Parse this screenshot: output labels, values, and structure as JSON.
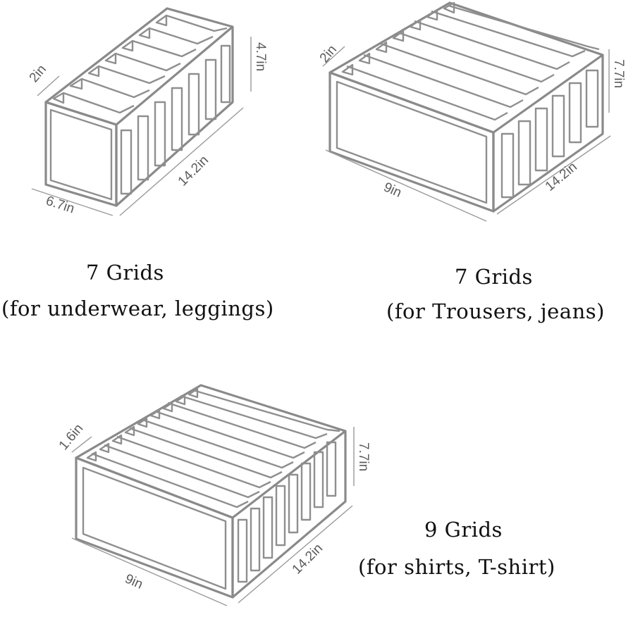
{
  "organizers": [
    {
      "id": "small",
      "caption_title": "7 Grids",
      "caption_use": "(for underwear, leggings)",
      "dims": {
        "depth": "2in",
        "height": "4.7in",
        "length": "14.2in",
        "width": "6.7in"
      }
    },
    {
      "id": "medium",
      "caption_title": "7 Grids",
      "caption_use": "(for Trousers, jeans)",
      "dims": {
        "depth": "2in",
        "height": "7.7in",
        "length": "14.2in",
        "width": "9in"
      }
    },
    {
      "id": "large",
      "caption_title": "9 Grids",
      "caption_use": "(for shirts, T-shirt)",
      "dims": {
        "depth": "1.6in",
        "height": "7.7in",
        "length": "14.2in",
        "width": "9in"
      }
    }
  ]
}
